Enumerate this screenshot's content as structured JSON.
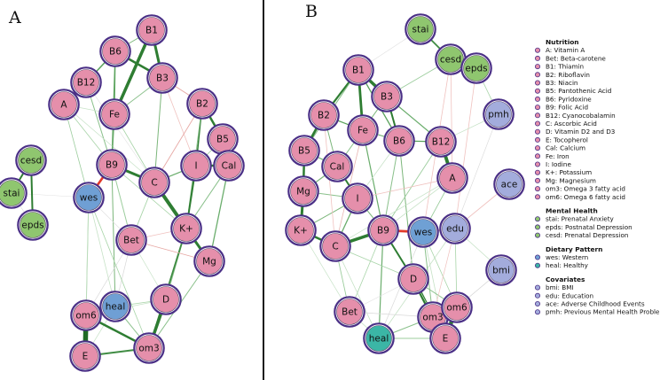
{
  "figure": {
    "panel_a_letter": "A",
    "panel_b_letter": "B"
  },
  "colors": {
    "nutrition": "#e58fab",
    "mental_health": "#8fc66f",
    "dietary_pattern_wes": "#6fa0d4",
    "dietary_pattern_heal": "#3bb6a6",
    "dietary_pattern_panel_a": "#6f9fd4",
    "covariates": "#a3acdc",
    "positive_edge": "#2e7d32",
    "negative_edge": "#e0736e",
    "strong_negative_edge": "#e23a2a",
    "node_ring": "#4a2f86",
    "divider": "#1a1a1a"
  },
  "diagram": {
    "panel_a": {
      "nodes": [
        {
          "id": "B1",
          "label": "B1",
          "group": "nutrition"
        },
        {
          "id": "B6",
          "label": "B6",
          "group": "nutrition"
        },
        {
          "id": "B3",
          "label": "B3",
          "group": "nutrition"
        },
        {
          "id": "B12",
          "label": "B12",
          "group": "nutrition"
        },
        {
          "id": "A",
          "label": "A",
          "group": "nutrition"
        },
        {
          "id": "Fe",
          "label": "Fe",
          "group": "nutrition"
        },
        {
          "id": "B2",
          "label": "B2",
          "group": "nutrition"
        },
        {
          "id": "B5",
          "label": "B5",
          "group": "nutrition"
        },
        {
          "id": "B9",
          "label": "B9",
          "group": "nutrition"
        },
        {
          "id": "C",
          "label": "C",
          "group": "nutrition"
        },
        {
          "id": "I",
          "label": "I",
          "group": "nutrition"
        },
        {
          "id": "Cal",
          "label": "Cal",
          "group": "nutrition"
        },
        {
          "id": "wes",
          "label": "wes",
          "group": "dietary_pattern"
        },
        {
          "id": "K+",
          "label": "K+",
          "group": "nutrition"
        },
        {
          "id": "Bet",
          "label": "Bet",
          "group": "nutrition"
        },
        {
          "id": "Mg",
          "label": "Mg",
          "group": "nutrition"
        },
        {
          "id": "heal",
          "label": "heal",
          "group": "dietary_pattern"
        },
        {
          "id": "D",
          "label": "D",
          "group": "nutrition"
        },
        {
          "id": "om6",
          "label": "om6",
          "group": "nutrition"
        },
        {
          "id": "om3",
          "label": "om3",
          "group": "nutrition"
        },
        {
          "id": "E",
          "label": "E",
          "group": "nutrition"
        },
        {
          "id": "cesd",
          "label": "cesd",
          "group": "mental_health"
        },
        {
          "id": "stai",
          "label": "stai",
          "group": "mental_health"
        },
        {
          "id": "epds",
          "label": "epds",
          "group": "mental_health"
        }
      ]
    },
    "panel_b": {
      "nodes": [
        {
          "id": "stai",
          "label": "stai",
          "group": "mental_health"
        },
        {
          "id": "cesd",
          "label": "cesd",
          "group": "mental_health"
        },
        {
          "id": "epds",
          "label": "epds",
          "group": "mental_health"
        },
        {
          "id": "pmh",
          "label": "pmh",
          "group": "covariates"
        },
        {
          "id": "ace",
          "label": "ace",
          "group": "covariates"
        },
        {
          "id": "edu",
          "label": "edu",
          "group": "covariates"
        },
        {
          "id": "bmi",
          "label": "bmi",
          "group": "covariates"
        },
        {
          "id": "B1",
          "label": "B1",
          "group": "nutrition"
        },
        {
          "id": "B3",
          "label": "B3",
          "group": "nutrition"
        },
        {
          "id": "B2",
          "label": "B2",
          "group": "nutrition"
        },
        {
          "id": "Fe",
          "label": "Fe",
          "group": "nutrition"
        },
        {
          "id": "B6",
          "label": "B6",
          "group": "nutrition"
        },
        {
          "id": "B12",
          "label": "B12",
          "group": "nutrition"
        },
        {
          "id": "B5",
          "label": "B5",
          "group": "nutrition"
        },
        {
          "id": "Cal",
          "label": "Cal",
          "group": "nutrition"
        },
        {
          "id": "A",
          "label": "A",
          "group": "nutrition"
        },
        {
          "id": "Mg",
          "label": "Mg",
          "group": "nutrition"
        },
        {
          "id": "I",
          "label": "I",
          "group": "nutrition"
        },
        {
          "id": "K+",
          "label": "K+",
          "group": "nutrition"
        },
        {
          "id": "B9",
          "label": "B9",
          "group": "nutrition"
        },
        {
          "id": "wes",
          "label": "wes",
          "group": "dietary_pattern"
        },
        {
          "id": "C",
          "label": "C",
          "group": "nutrition"
        },
        {
          "id": "D",
          "label": "D",
          "group": "nutrition"
        },
        {
          "id": "Bet",
          "label": "Bet",
          "group": "nutrition"
        },
        {
          "id": "om3",
          "label": "om3",
          "group": "nutrition"
        },
        {
          "id": "om6",
          "label": "om6",
          "group": "nutrition"
        },
        {
          "id": "heal",
          "label": "heal",
          "group": "dietary_pattern"
        },
        {
          "id": "E",
          "label": "E",
          "group": "nutrition"
        }
      ]
    }
  },
  "legend": {
    "sections": [
      {
        "key": "nutrition",
        "title": "Nutrition",
        "color_key": "nutrition",
        "items": [
          "A: Vitamin A",
          "Bet: Beta-carotene",
          "B1: Thiamin",
          "B2: Riboflavin",
          "B3: Niacin",
          "B5: Pantothenic Acid",
          "B6: Pyridoxine",
          "B9: Folic Acid",
          "B12: Cyanocobalamin",
          "C: Ascorbic Acid",
          "D: Vitamin D2 and D3",
          "E: Tocopherol",
          "Cal: Calcium",
          "Fe: Iron",
          "I: Iodine",
          "K+: Potassium",
          "Mg: Magnesium",
          "om3: Omega 3 fatty acid",
          "om6: Omega 6 fatty acid"
        ]
      },
      {
        "key": "mental_health",
        "title": "Mental Health",
        "color_key": "mental_health",
        "items": [
          "stai: Prenatal Anxiety",
          "epds: Postnatal Depression",
          "cesd: Prenatal Depression"
        ]
      },
      {
        "key": "dietary_pattern",
        "title": "Dietary Pattern",
        "color_key": "dietary_pattern_heal",
        "items": [
          "wes: Western",
          "heal: Healthy"
        ]
      },
      {
        "key": "covariates",
        "title": "Covariates",
        "color_key": "covariates",
        "items": [
          "bmi: BMI",
          "edu: Education",
          "ace: Adverse Childhood Events",
          "pmh: Previous Mental Health Problems"
        ]
      }
    ]
  }
}
